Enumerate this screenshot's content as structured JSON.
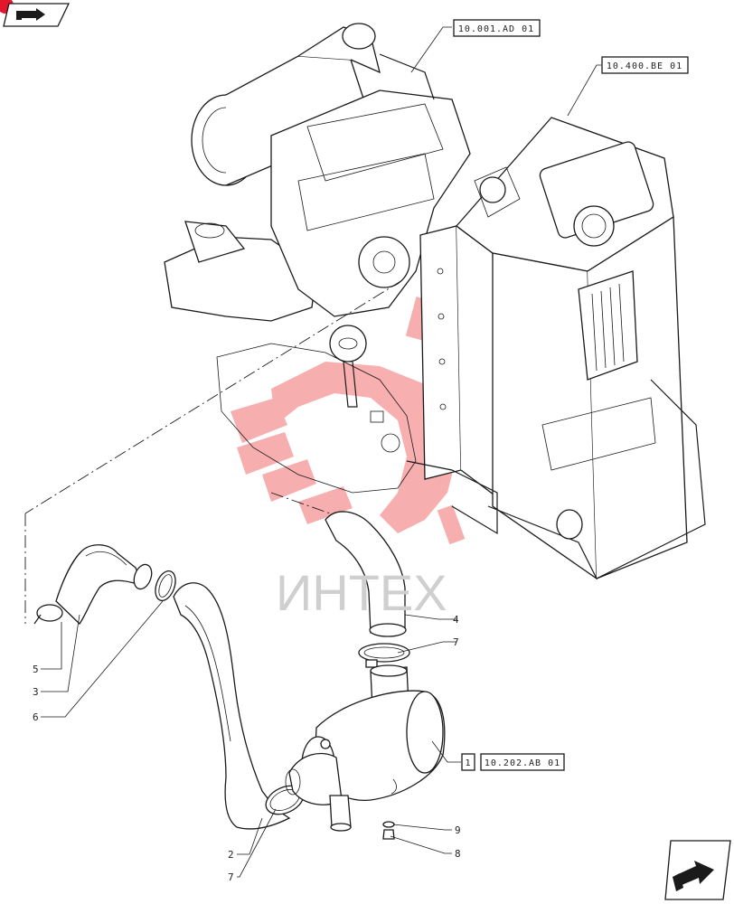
{
  "nav": {
    "prev_icon": "hand-pointing-icon",
    "next_icon": "hand-arrow-next-icon",
    "red_dot_color": "#e3162b"
  },
  "references": {
    "ref_top_center": "10.001.AD 01",
    "ref_top_right": "10.400.BE 01",
    "ref_filter_index": "1",
    "ref_filter": "10.202.AB 01"
  },
  "callouts": {
    "c5": "5",
    "c3": "3",
    "c6": "6",
    "c4": "4",
    "c7_top": "7",
    "c9": "9",
    "c8": "8",
    "c2": "2",
    "c7_bottom": "7"
  },
  "watermark": {
    "text": "ИНТЕХ",
    "gear_color": "#f26d6d"
  }
}
